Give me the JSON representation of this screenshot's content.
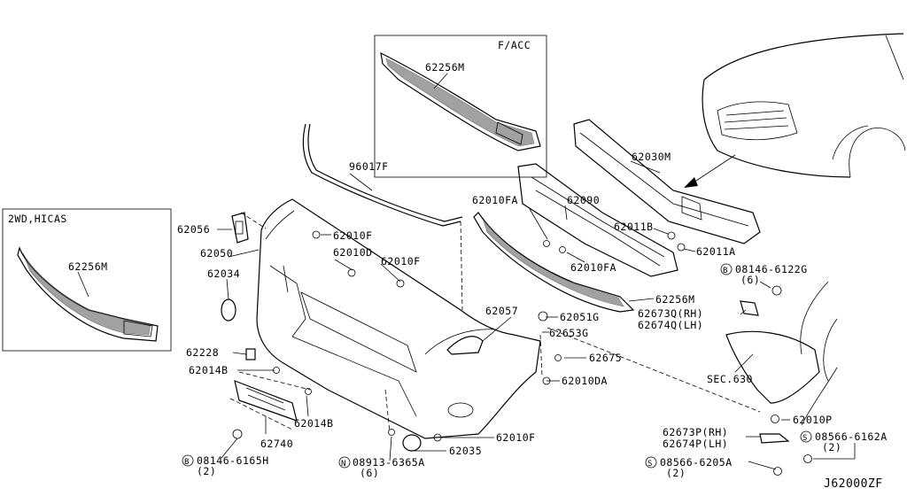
{
  "diagram_id": "J62000ZF",
  "insets": {
    "facc": "F/ACC",
    "hicas": "2WD,HICAS"
  },
  "parts": {
    "p62256M_facc": "62256M",
    "p62256M_hicas": "62256M",
    "p62256M_main": "62256M",
    "p96017F": "96017F",
    "p62030M": "62030M",
    "p62090": "62090",
    "p62010FA_a": "62010FA",
    "p62010FA_b": "62010FA",
    "p62011B": "62011B",
    "p62011A": "62011A",
    "p08146_6122G": "08146-6122G",
    "p08146_6122G_qty": "(6)",
    "p62056": "62056",
    "p62050": "62050",
    "p62010F_a": "62010F",
    "p62010D": "62010D",
    "p62010F_b": "62010F",
    "p62034": "62034",
    "p62057": "62057",
    "p62051G": "62051G",
    "p62653G": "62653G",
    "p62673Q": "62673Q(RH)",
    "p62674Q": "62674Q(LH)",
    "p62228": "62228",
    "p62014B_a": "62014B",
    "p62675": "62675",
    "p62010DA": "62010DA",
    "pSEC630": "SEC.630",
    "p62014B_b": "62014B",
    "p62010P": "62010P",
    "p62010F_c": "62010F",
    "p62740": "62740",
    "p62035": "62035",
    "p62673P": "62673P(RH)",
    "p62674P": "62674P(LH)",
    "p08566_6162A": "08566-6162A",
    "p08566_6162A_qty": "(2)",
    "p08146_6165H": "08146-6165H",
    "p08146_6165H_qty": "(2)",
    "p08913_6365A": "08913-6365A",
    "p08913_6365A_qty": "(6)",
    "p08566_6205A": "08566-6205A",
    "p08566_6205A_qty": "(2)"
  },
  "symbols": {
    "bolt_B": "B",
    "screw_S": "S",
    "nut_N": "N"
  }
}
